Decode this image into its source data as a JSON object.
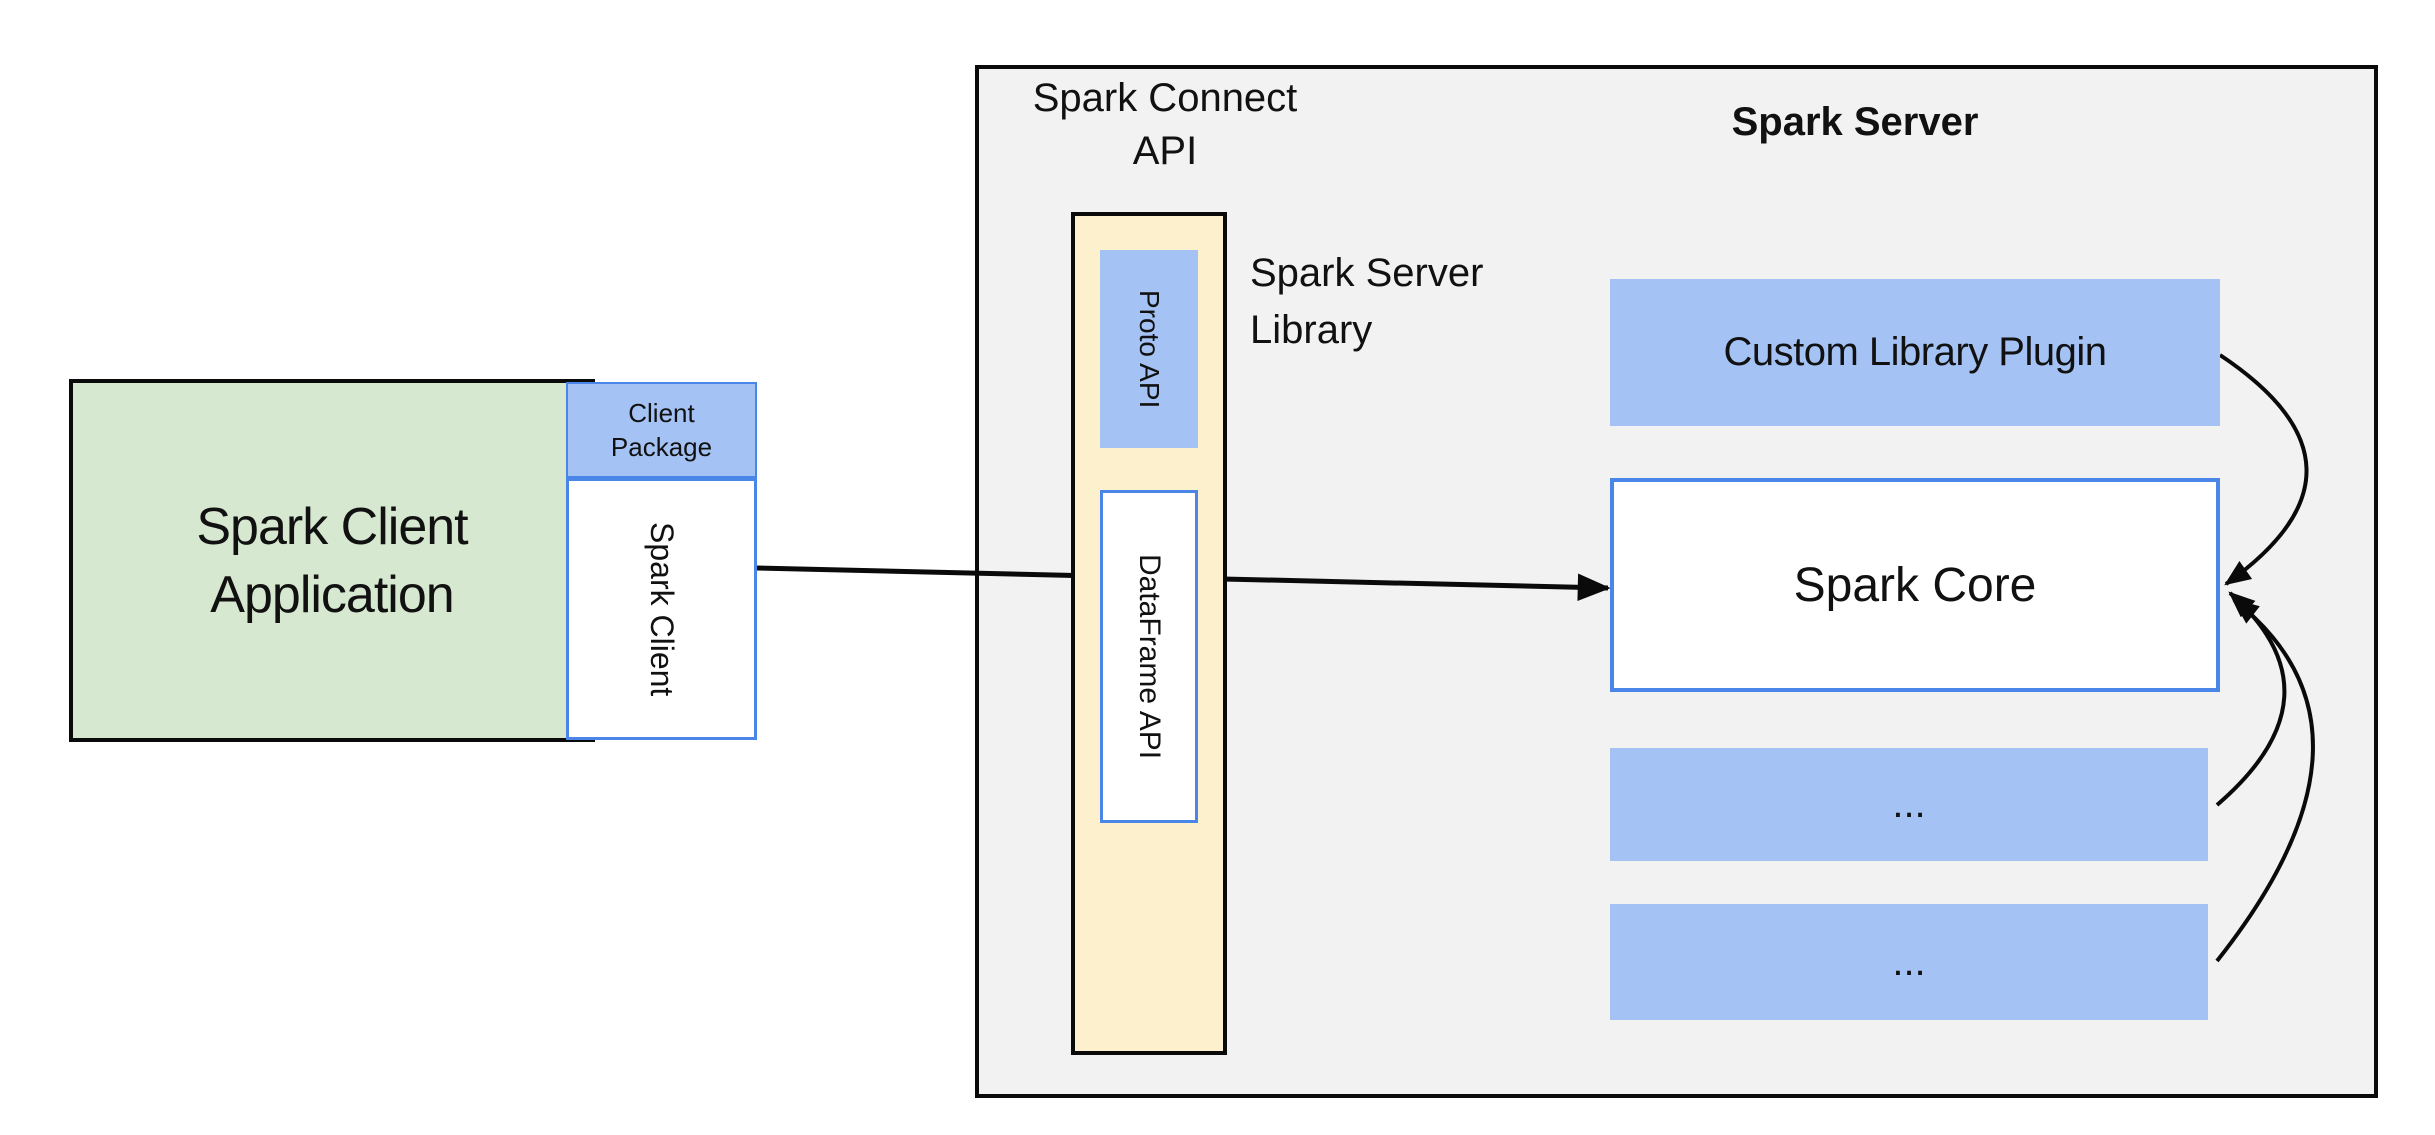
{
  "diagram": {
    "client": {
      "app_label_line1": "Spark Client",
      "app_label_line2": "Application",
      "package_label_line1": "Client",
      "package_label_line2": "Package",
      "spark_client_label": "Spark Client"
    },
    "connect": {
      "api_label_line1": "Spark Connect",
      "api_label_line2": "API",
      "proto_label": "Proto API",
      "dataframe_label": "DataFrame API",
      "library_label_line1": "Spark Server",
      "library_label_line2": "Library"
    },
    "server": {
      "title": "Spark Server",
      "plugin_label": "Custom Library Plugin",
      "core_label": "Spark Core",
      "ellipsis_label_1": "...",
      "ellipsis_label_2": "..."
    },
    "colors": {
      "blue_fill": "#a4c2f4",
      "blue_border": "#4a86e8",
      "green_fill": "#d7e8d0",
      "yellow_fill": "#fdf0cd",
      "gray_panel_fill": "#f2f2f2",
      "line_color": "#0a0a0a"
    }
  }
}
